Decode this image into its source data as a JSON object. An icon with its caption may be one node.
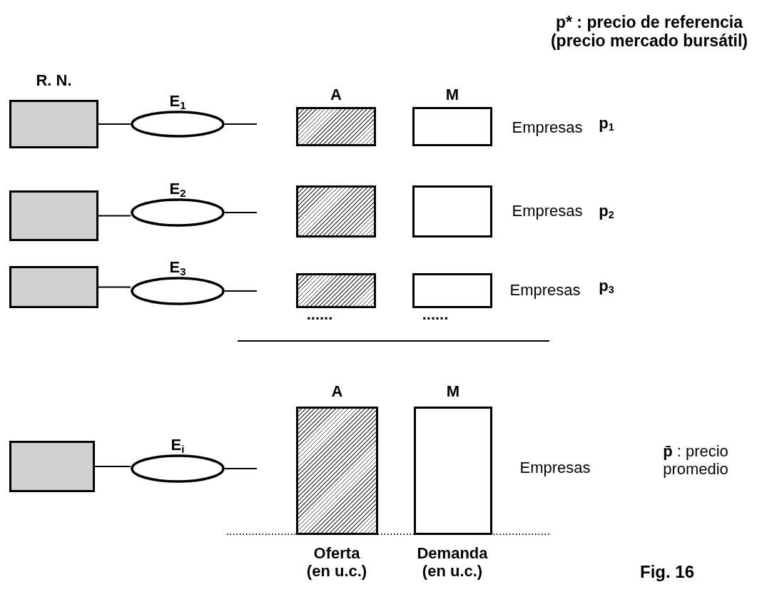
{
  "diagram": {
    "caption": "Fig. 16",
    "nodes": [
      {
        "text": [
          "R. N."
        ]
      },
      {
        "text": [
          "E$_{1}$"
        ]
      },
      {
        "text": [
          "A"
        ]
      },
      {
        "text": [
          "M"
        ]
      },
      {
        "text": [],
        "shape": "box"
      },
      {
        "text": [
          "E$_{2}$"
        ]
      },
      {
        "text": [],
        "shape": "box"
      },
      {
        "text": [],
        "shape": "box"
      },
      {
        "text": [],
        "shape": "box"
      },
      {
        "text": [
          "E$_{3}$"
        ]
      },
      {
        "text": [],
        "shape": "box"
      },
      {
        "text": [],
        "shape": "box"
      },
      {
        "text": [],
        "shape": "box"
      },
      {
        "text": [
          "E$_{i}$"
        ]
      },
      {
        "text": [
          "A"
        ],
        "beside": [
          "Oferta (en u.c.)"
        ]
      },
      {
        "text": [
          "M"
        ],
        "beside": [
          "Demanda (en u.c.)"
        ]
      }
    ],
    "edges": [
      {
        "from": 0,
        "to": 1,
        "arrow": "none"
      },
      {
        "from": 1,
        "to": null,
        "arrow": "none"
      },
      {
        "from": 4,
        "to": 5,
        "arrow": "none"
      },
      {
        "from": 5,
        "to": null,
        "arrow": "none"
      },
      {
        "from": 8,
        "to": 9,
        "arrow": "none"
      },
      {
        "from": 9,
        "to": null,
        "arrow": "none"
      },
      {
        "from": 12,
        "to": 13,
        "arrow": "none"
      },
      {
        "from": 13,
        "to": null,
        "arrow": "none"
      }
    ],
    "labels": [
      "p* : precio de referencia (precio mercado bursátil)",
      "Empresas",
      "p$_{1}$",
      "Empresas",
      "p$_{2}$",
      "Empresas",
      "p$_{3}$",
      "......",
      "......",
      "Empresas",
      "**p̄** : precio promedio"
    ]
  }
}
